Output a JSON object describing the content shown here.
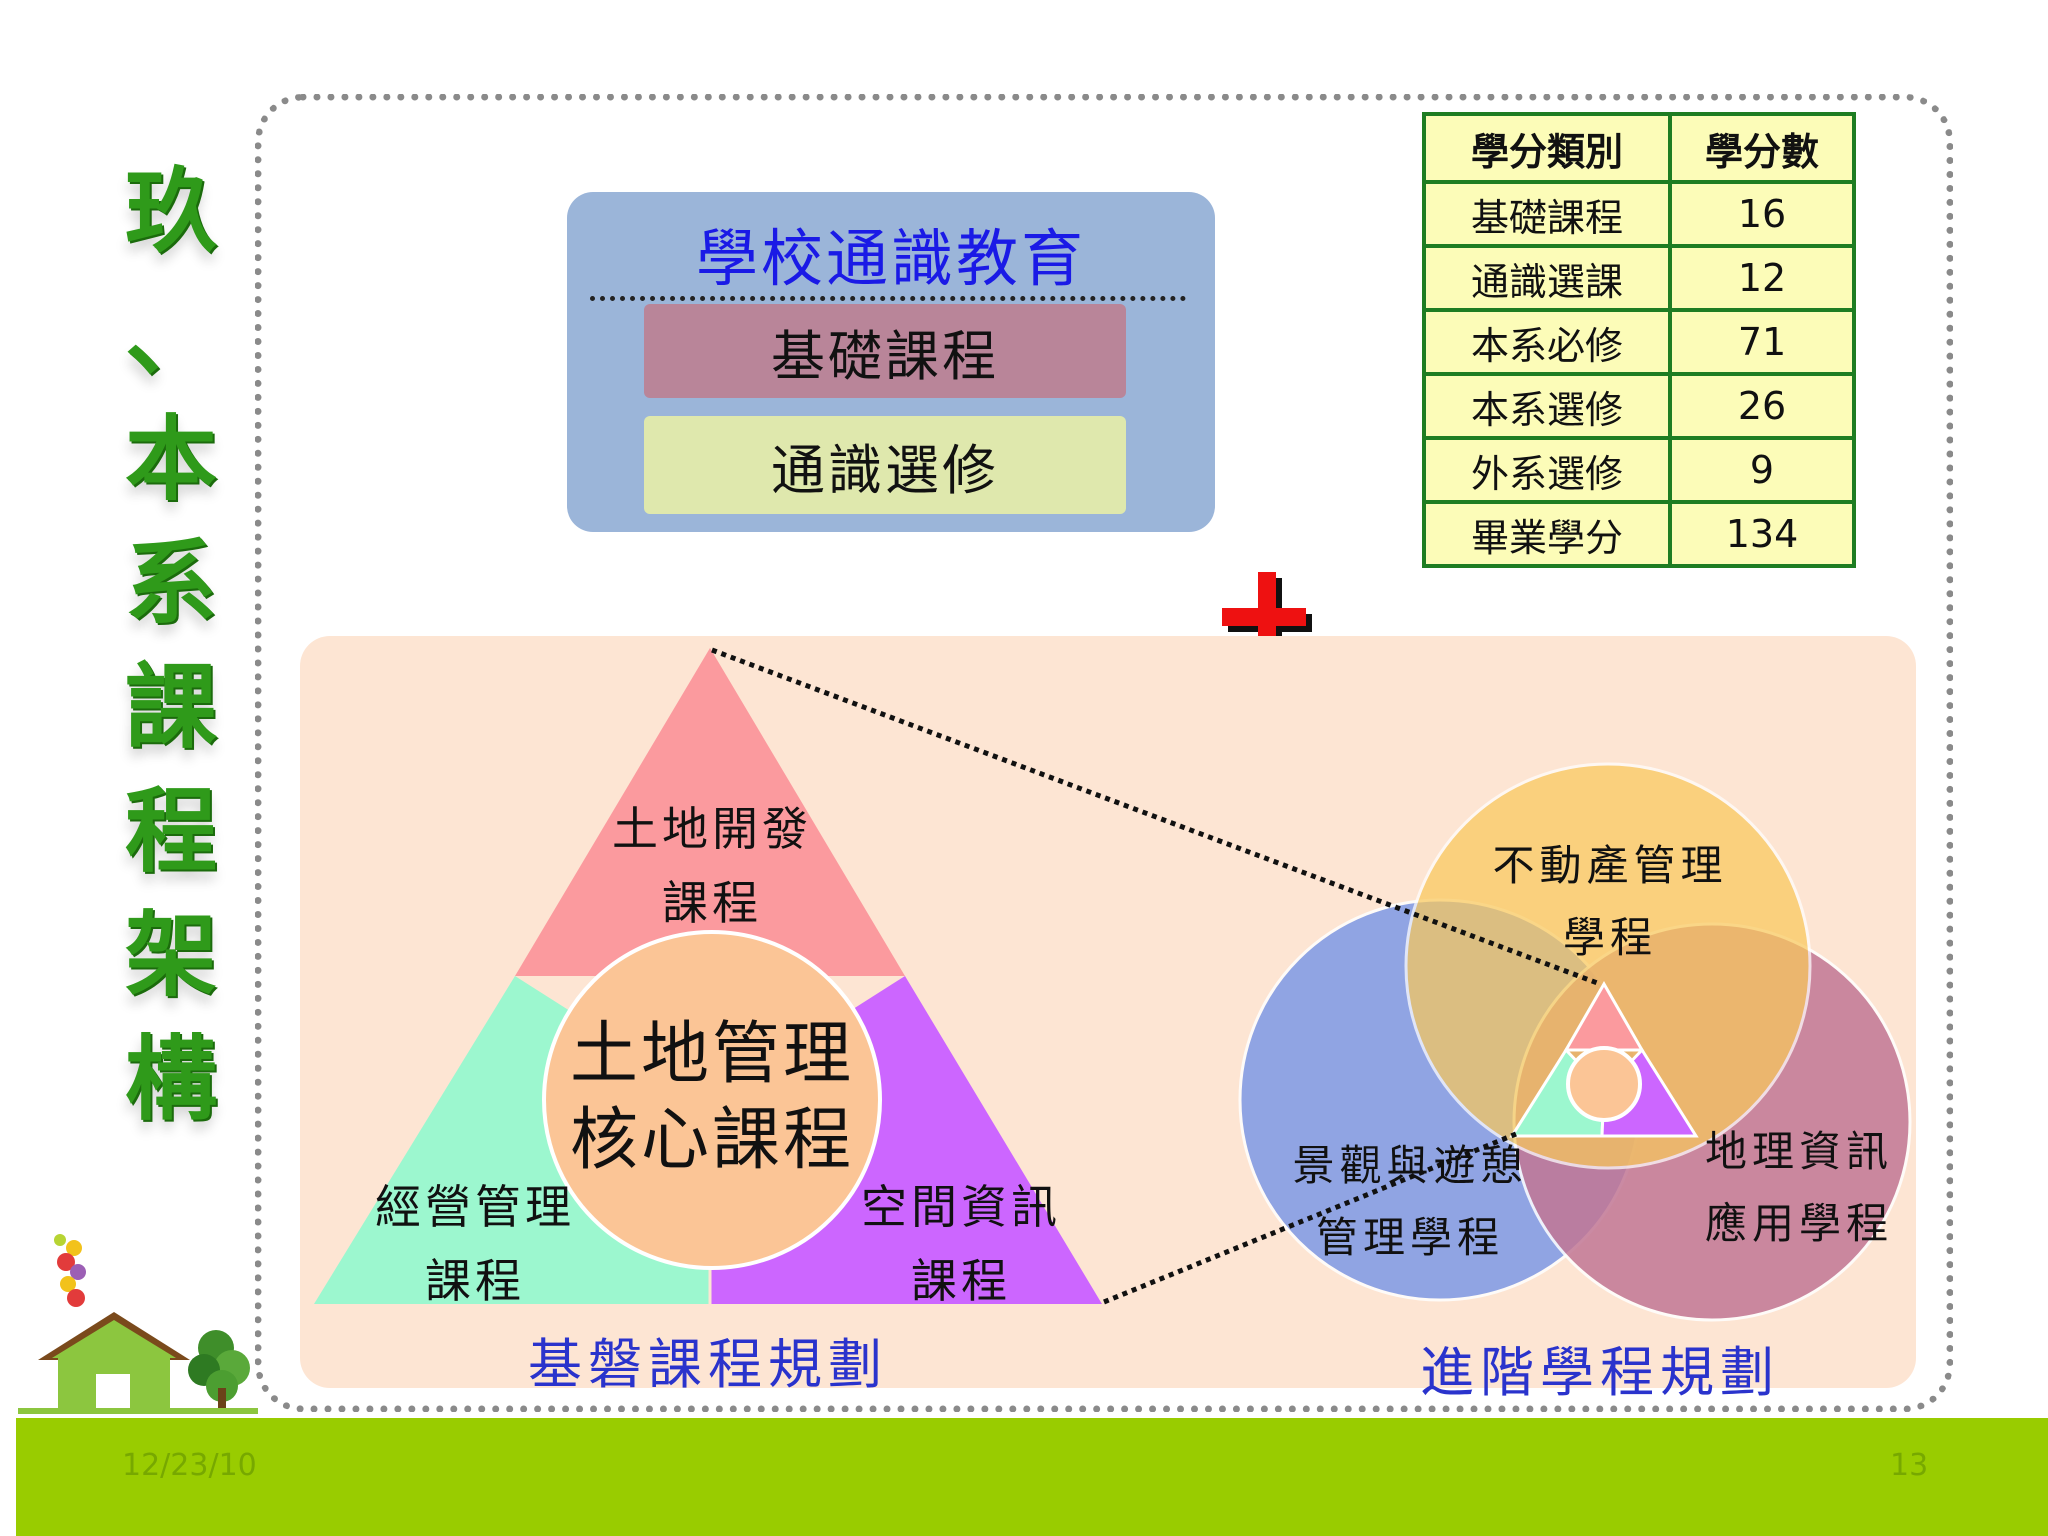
{
  "slide_title_chars": [
    "玖",
    "、",
    "本",
    "系",
    "課",
    "程",
    "架",
    "構"
  ],
  "general_education": {
    "title": "學校通識教育",
    "basic": "基礎課程",
    "elective": "通識選修"
  },
  "credit_table": {
    "headers": [
      "學分類別",
      "學分數"
    ],
    "rows": [
      [
        "基礎課程",
        "16"
      ],
      [
        "通識選課",
        "12"
      ],
      [
        "本系必修",
        "71"
      ],
      [
        "本系選修",
        "26"
      ],
      [
        "外系選修",
        "9"
      ],
      [
        "畢業學分",
        "134"
      ]
    ]
  },
  "foundation": {
    "top_line1": "土地開發",
    "top_line2": "課程",
    "core_line1": "土地管理",
    "core_line2": "核心課程",
    "left_line1": "經營管理",
    "left_line2": "課程",
    "right_line1": "空間資訊",
    "right_line2": "課程",
    "caption": "基磐課程規劃"
  },
  "advanced": {
    "top_line1": "不動產管理",
    "top_line2": "學程",
    "left_line1": "景觀與遊憩",
    "left_line2": "管理學程",
    "right_line1": "地理資訊",
    "right_line2": "應用學程",
    "caption": "進階學程規劃"
  },
  "colors": {
    "triangle_top": "#fb9a9e",
    "triangle_left": "#9cf7cf",
    "triangle_right": "#cc66ff",
    "core_circle": "#fbc596",
    "venn_top": "#f9c95c",
    "venn_left": "#7e99e6",
    "venn_right": "#c27795",
    "title_green": "#2f9a1a",
    "table_border": "#1e7d22",
    "footer_green": "#99cc00"
  },
  "footer": {
    "date": "12/23/10",
    "page": "13"
  }
}
